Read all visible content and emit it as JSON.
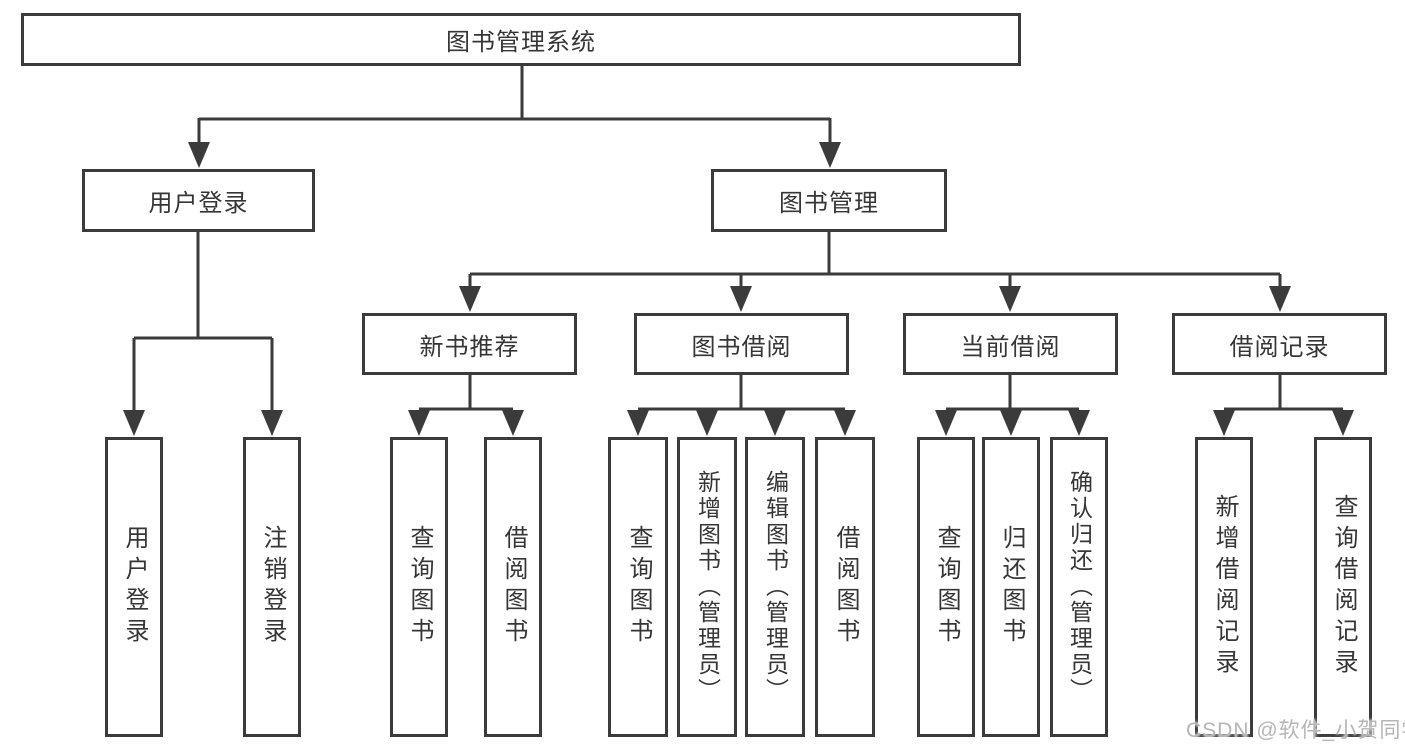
{
  "tree": {
    "root_label": "图书管理系统",
    "branches": [
      {
        "label": "用户登录",
        "leaves": [
          "用户登录",
          "注销登录"
        ]
      },
      {
        "label": "图书管理",
        "groups": [
          {
            "label": "新书推荐",
            "leaves": [
              "查询图书",
              "借阅图书"
            ]
          },
          {
            "label": "图书借阅",
            "leaves": [
              "查询图书",
              "新增图书（管理员）",
              "编辑图书（管理员）",
              "借阅图书"
            ]
          },
          {
            "label": "当前借阅",
            "leaves": [
              "查询图书",
              "归还图书",
              "确认归还（管理员）"
            ]
          },
          {
            "label": "借阅记录",
            "leaves": [
              "新增借阅记录",
              "查询借阅记录"
            ]
          }
        ]
      }
    ]
  },
  "watermark": "CSDN @软件_小贺同学",
  "colors": {
    "line": "#3b3b3b",
    "text": "#363636",
    "watermark_text": "#b6b6b6",
    "background": "#ffffff"
  }
}
